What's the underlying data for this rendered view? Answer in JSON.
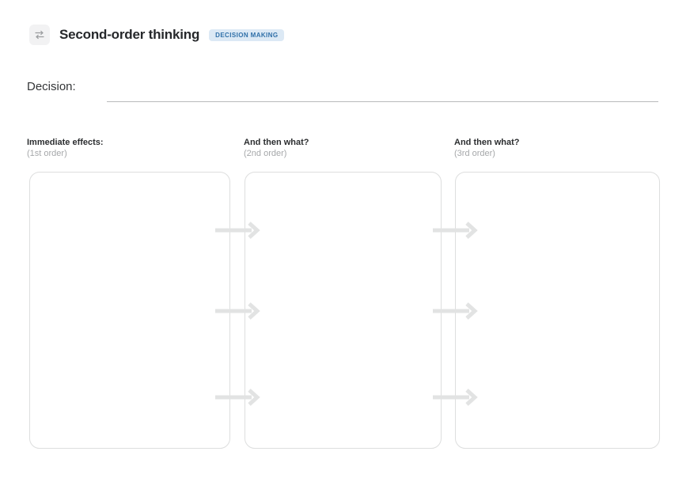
{
  "header": {
    "icon": "transfer-arrows-icon",
    "title": "Second-order thinking",
    "badge": "DECISION MAKING"
  },
  "decision": {
    "label": "Decision:",
    "value": "",
    "placeholder": ""
  },
  "columns": [
    {
      "id": "first-order",
      "heading": "Immediate effects:",
      "subheading": "(1st order)",
      "content": ""
    },
    {
      "id": "second-order",
      "heading": "And then what?",
      "subheading": "(2nd order)",
      "content": ""
    },
    {
      "id": "third-order",
      "heading": "And then what?",
      "subheading": "(3rd order)",
      "content": ""
    }
  ],
  "connectors": {
    "icon": "arrow-right-icon",
    "rows": 3,
    "gaps": 2
  },
  "colors": {
    "title": "#26282b",
    "badge_text": "#2f6fa8",
    "badge_bg": "#dce9f5",
    "subheading": "#a6a8aa",
    "box_border": "#dddede",
    "arrow": "#e2e3e3",
    "rule": "#b9babb",
    "icon_bg": "#f2f2f3"
  }
}
